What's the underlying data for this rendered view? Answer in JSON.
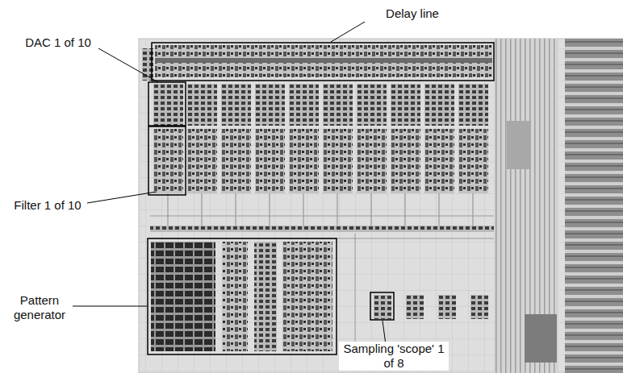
{
  "diagram": {
    "labels": [
      "Delay line",
      "DAC 1 of 10",
      "Filter 1 of 10",
      "Sampling 'scope' 1 of 8",
      "Pattern generator"
    ]
  }
}
